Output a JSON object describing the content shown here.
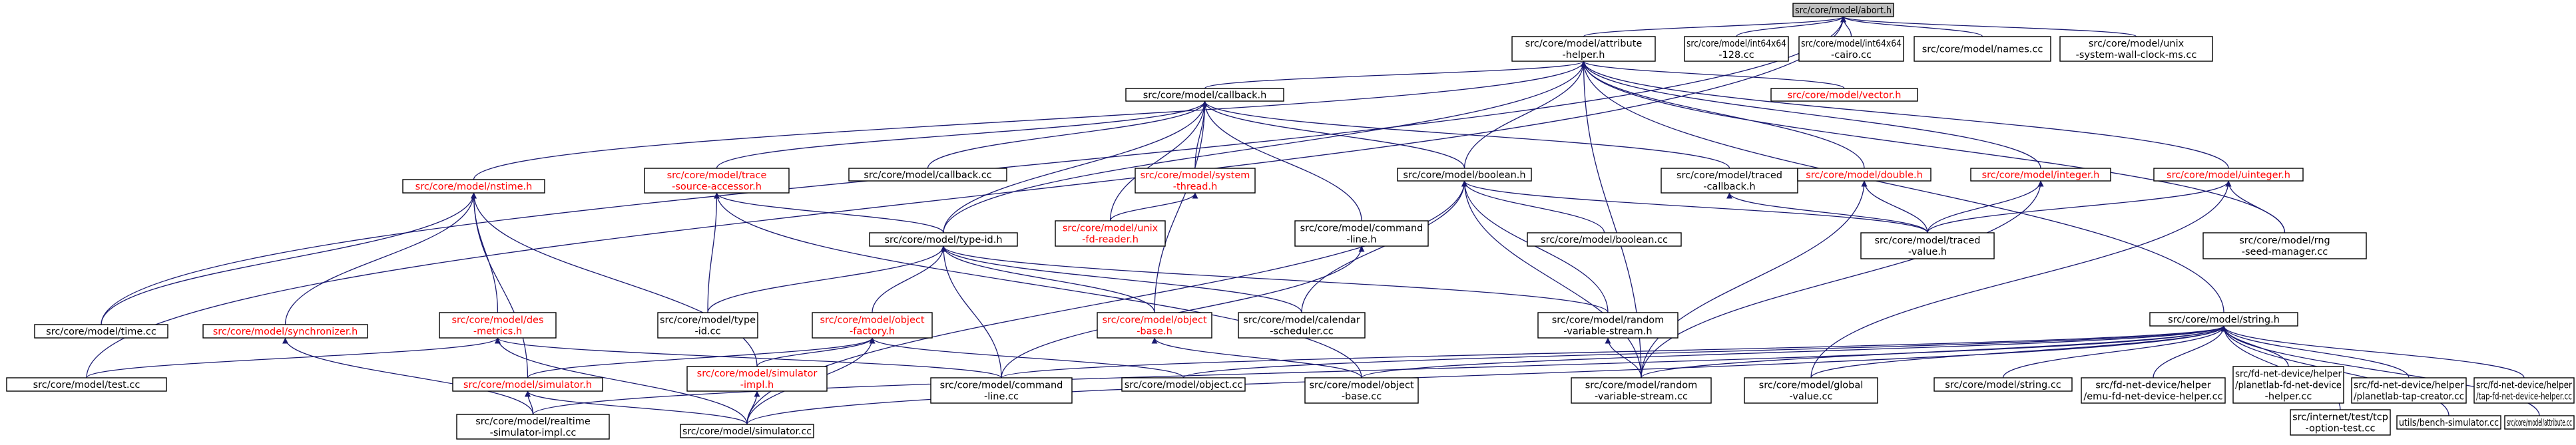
{
  "graph": {
    "colors": {
      "edge": "#191970",
      "root_fill": "#bfbfbf",
      "node_fill": "#ffffff",
      "text_black": "#000000",
      "text_red": "#ff0000"
    },
    "nodes": [
      {
        "id": "abort",
        "label": [
          "src/core/model/abort.h"
        ],
        "color": "black",
        "root": true
      },
      {
        "id": "attr_helper",
        "label": [
          "src/core/model/attribute",
          "-helper.h"
        ],
        "color": "black"
      },
      {
        "id": "int128",
        "label": [
          "src/core/model/int64x64",
          "-128.cc"
        ],
        "color": "black"
      },
      {
        "id": "intcairo",
        "label": [
          "src/core/model/int64x64",
          "-cairo.cc"
        ],
        "color": "black"
      },
      {
        "id": "names",
        "label": [
          "src/core/model/names.cc"
        ],
        "color": "black"
      },
      {
        "id": "wallclock",
        "label": [
          "src/core/model/unix",
          "-system-wall-clock-ms.cc"
        ],
        "color": "black"
      },
      {
        "id": "callback_h",
        "label": [
          "src/core/model/callback.h"
        ],
        "color": "black"
      },
      {
        "id": "vector",
        "label": [
          "src/core/model/vector.h"
        ],
        "color": "red"
      },
      {
        "id": "nstime",
        "label": [
          "src/core/model/nstime.h"
        ],
        "color": "red"
      },
      {
        "id": "trace_src",
        "label": [
          "src/core/model/trace",
          "-source-accessor.h"
        ],
        "color": "red"
      },
      {
        "id": "callback_cc",
        "label": [
          "src/core/model/callback.cc"
        ],
        "color": "black"
      },
      {
        "id": "sys_thread",
        "label": [
          "src/core/model/system",
          "-thread.h"
        ],
        "color": "red"
      },
      {
        "id": "boolean_h",
        "label": [
          "src/core/model/boolean.h"
        ],
        "color": "black"
      },
      {
        "id": "traced_cb",
        "label": [
          "src/core/model/traced",
          "-callback.h"
        ],
        "color": "black"
      },
      {
        "id": "double_h",
        "label": [
          "src/core/model/double.h"
        ],
        "color": "red"
      },
      {
        "id": "integer_h",
        "label": [
          "src/core/model/integer.h"
        ],
        "color": "red"
      },
      {
        "id": "uinteger_h",
        "label": [
          "src/core/model/uinteger.h"
        ],
        "color": "red"
      },
      {
        "id": "unix_fd",
        "label": [
          "src/core/model/unix",
          "-fd-reader.h"
        ],
        "color": "red"
      },
      {
        "id": "type_id",
        "label": [
          "src/core/model/type-id.h"
        ],
        "color": "black"
      },
      {
        "id": "cmd_line_h",
        "label": [
          "src/core/model/command",
          "-line.h"
        ],
        "color": "black"
      },
      {
        "id": "boolean_cc",
        "label": [
          "src/core/model/boolean.cc"
        ],
        "color": "black"
      },
      {
        "id": "traced_val",
        "label": [
          "src/core/model/traced",
          "-value.h"
        ],
        "color": "black"
      },
      {
        "id": "rng_seed",
        "label": [
          "src/core/model/rng",
          "-seed-manager.cc"
        ],
        "color": "black"
      },
      {
        "id": "time_cc",
        "label": [
          "src/core/model/time.cc"
        ],
        "color": "black"
      },
      {
        "id": "synchronizer",
        "label": [
          "src/core/model/synchronizer.h"
        ],
        "color": "red"
      },
      {
        "id": "des_metrics",
        "label": [
          "src/core/model/des",
          "-metrics.h"
        ],
        "color": "red"
      },
      {
        "id": "type_id_cc",
        "label": [
          "src/core/model/type",
          "-id.cc"
        ],
        "color": "black"
      },
      {
        "id": "obj_factory",
        "label": [
          "src/core/model/object",
          "-factory.h"
        ],
        "color": "red"
      },
      {
        "id": "obj_base_h",
        "label": [
          "src/core/model/object",
          "-base.h"
        ],
        "color": "red"
      },
      {
        "id": "cal_sched",
        "label": [
          "src/core/model/calendar",
          "-scheduler.cc"
        ],
        "color": "black"
      },
      {
        "id": "rand_var_h",
        "label": [
          "src/core/model/random",
          "-variable-stream.h"
        ],
        "color": "black"
      },
      {
        "id": "string_h",
        "label": [
          "src/core/model/string.h"
        ],
        "color": "black"
      },
      {
        "id": "test_cc",
        "label": [
          "src/core/model/test.cc"
        ],
        "color": "black"
      },
      {
        "id": "simulator_h",
        "label": [
          "src/core/model/simulator.h"
        ],
        "color": "red"
      },
      {
        "id": "sim_impl",
        "label": [
          "src/core/model/simulator",
          "-impl.h"
        ],
        "color": "red"
      },
      {
        "id": "cmd_line_cc",
        "label": [
          "src/core/model/command",
          "-line.cc"
        ],
        "color": "black"
      },
      {
        "id": "object_cc",
        "label": [
          "src/core/model/object.cc"
        ],
        "color": "black"
      },
      {
        "id": "obj_base_cc",
        "label": [
          "src/core/model/object",
          "-base.cc"
        ],
        "color": "black"
      },
      {
        "id": "rand_var_cc",
        "label": [
          "src/core/model/random",
          "-variable-stream.cc"
        ],
        "color": "black"
      },
      {
        "id": "global_val",
        "label": [
          "src/core/model/global",
          "-value.cc"
        ],
        "color": "black"
      },
      {
        "id": "string_cc",
        "label": [
          "src/core/model/string.cc"
        ],
        "color": "black"
      },
      {
        "id": "emu_fd",
        "label": [
          "src/fd-net-device/helper",
          "/emu-fd-net-device-helper.cc"
        ],
        "color": "black"
      },
      {
        "id": "planetlab_fd",
        "label": [
          "src/fd-net-device/helper",
          "/planetlab-fd-net-device",
          "-helper.cc"
        ],
        "color": "black"
      },
      {
        "id": "planetlab_tap",
        "label": [
          "src/fd-net-device/helper",
          "/planetlab-tap-creator.cc"
        ],
        "color": "black"
      },
      {
        "id": "tap_fd",
        "label": [
          "src/fd-net-device/helper",
          "/tap-fd-net-device-helper.cc"
        ],
        "color": "black"
      },
      {
        "id": "tcp_test",
        "label": [
          "src/internet/test/tcp",
          "-option-test.cc"
        ],
        "color": "black"
      },
      {
        "id": "bench_sim",
        "label": [
          "utils/bench-simulator.cc"
        ],
        "color": "black"
      },
      {
        "id": "attribute_cc",
        "label": [
          "src/core/model/attribute.cc"
        ],
        "color": "black"
      },
      {
        "id": "realtime",
        "label": [
          "src/core/model/realtime",
          "-simulator-impl.cc"
        ],
        "color": "black"
      },
      {
        "id": "simulator_cc",
        "label": [
          "src/core/model/simulator.cc"
        ],
        "color": "black"
      }
    ],
    "edges": [
      [
        "attr_helper",
        "abort"
      ],
      [
        "int128",
        "abort"
      ],
      [
        "intcairo",
        "abort"
      ],
      [
        "names",
        "abort"
      ],
      [
        "wallclock",
        "abort"
      ],
      [
        "test_cc",
        "abort"
      ],
      [
        "time_cc",
        "abort"
      ],
      [
        "callback_h",
        "attr_helper"
      ],
      [
        "vector",
        "attr_helper"
      ],
      [
        "nstime",
        "attr_helper"
      ],
      [
        "type_id",
        "attr_helper"
      ],
      [
        "boolean_h",
        "attr_helper"
      ],
      [
        "double_h",
        "attr_helper"
      ],
      [
        "integer_h",
        "attr_helper"
      ],
      [
        "uinteger_h",
        "attr_helper"
      ],
      [
        "rng_seed",
        "attr_helper"
      ],
      [
        "string_h",
        "attr_helper"
      ],
      [
        "rand_var_cc",
        "attr_helper"
      ],
      [
        "trace_src",
        "callback_h"
      ],
      [
        "callback_cc",
        "callback_h"
      ],
      [
        "sys_thread",
        "callback_h"
      ],
      [
        "unix_fd",
        "callback_h"
      ],
      [
        "boolean_h",
        "callback_h"
      ],
      [
        "traced_cb",
        "callback_h"
      ],
      [
        "type_id",
        "callback_h"
      ],
      [
        "cmd_line_h",
        "callback_h"
      ],
      [
        "obj_base_h",
        "callback_h"
      ],
      [
        "unix_fd",
        "sys_thread"
      ],
      [
        "type_id",
        "trace_src"
      ],
      [
        "type_id_cc",
        "trace_src"
      ],
      [
        "obj_base_cc",
        "trace_src"
      ],
      [
        "boolean_cc",
        "boolean_h"
      ],
      [
        "traced_val",
        "boolean_h"
      ],
      [
        "cal_sched",
        "boolean_h"
      ],
      [
        "rand_var_h",
        "boolean_h"
      ],
      [
        "rand_var_cc",
        "boolean_h"
      ],
      [
        "simulator_cc",
        "boolean_h"
      ],
      [
        "traced_val",
        "traced_cb"
      ],
      [
        "traced_val",
        "double_h"
      ],
      [
        "rand_var_cc",
        "double_h"
      ],
      [
        "traced_val",
        "integer_h"
      ],
      [
        "rand_var_cc",
        "integer_h"
      ],
      [
        "traced_val",
        "uinteger_h"
      ],
      [
        "rng_seed",
        "uinteger_h"
      ],
      [
        "global_val",
        "uinteger_h"
      ],
      [
        "cmd_line_cc",
        "cmd_line_h"
      ],
      [
        "time_cc",
        "nstime"
      ],
      [
        "synchronizer",
        "nstime"
      ],
      [
        "des_metrics",
        "nstime"
      ],
      [
        "simulator_h",
        "nstime"
      ],
      [
        "sim_impl",
        "nstime"
      ],
      [
        "type_id_cc",
        "type_id"
      ],
      [
        "obj_factory",
        "type_id"
      ],
      [
        "obj_base_h",
        "type_id"
      ],
      [
        "cal_sched",
        "type_id"
      ],
      [
        "rand_var_h",
        "type_id"
      ],
      [
        "cmd_line_cc",
        "type_id"
      ],
      [
        "rand_var_cc",
        "rand_var_h"
      ],
      [
        "simulator_h",
        "obj_factory"
      ],
      [
        "sim_impl",
        "obj_factory"
      ],
      [
        "object_cc",
        "obj_factory"
      ],
      [
        "simulator_cc",
        "obj_factory"
      ],
      [
        "obj_base_cc",
        "obj_base_h"
      ],
      [
        "test_cc",
        "des_metrics"
      ],
      [
        "simulator_cc",
        "des_metrics"
      ],
      [
        "cmd_line_cc",
        "des_metrics"
      ],
      [
        "realtime",
        "synchronizer"
      ],
      [
        "realtime",
        "simulator_h"
      ],
      [
        "simulator_cc",
        "simulator_h"
      ],
      [
        "simulator_cc",
        "sim_impl"
      ],
      [
        "cmd_line_cc",
        "string_h"
      ],
      [
        "object_cc",
        "string_h"
      ],
      [
        "obj_base_cc",
        "string_h"
      ],
      [
        "rand_var_cc",
        "string_h"
      ],
      [
        "global_val",
        "string_h"
      ],
      [
        "string_cc",
        "string_h"
      ],
      [
        "emu_fd",
        "string_h"
      ],
      [
        "planetlab_fd",
        "string_h"
      ],
      [
        "planetlab_tap",
        "string_h"
      ],
      [
        "tap_fd",
        "string_h"
      ],
      [
        "tcp_test",
        "string_h"
      ],
      [
        "bench_sim",
        "string_h"
      ],
      [
        "attribute_cc",
        "string_h"
      ],
      [
        "simulator_cc",
        "string_h"
      ],
      [
        "realtime",
        "string_h"
      ]
    ]
  }
}
